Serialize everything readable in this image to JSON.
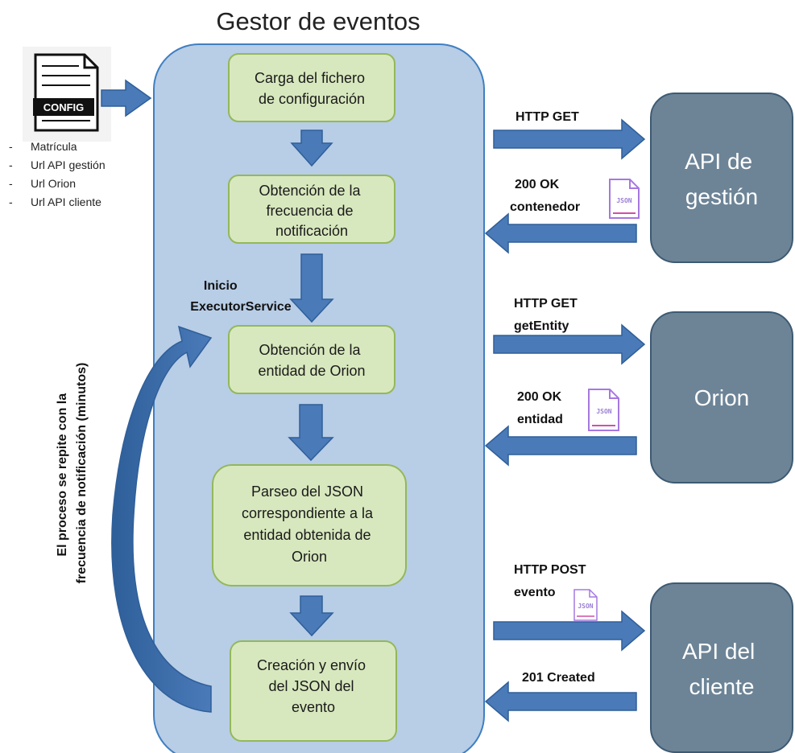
{
  "title": "Gestor de eventos",
  "config": {
    "icon_label": "CONFIG",
    "items": [
      "Matrícula",
      "Url API gestión",
      "Url Orion",
      "Url API cliente"
    ]
  },
  "steps": [
    {
      "lines": [
        "Carga del fichero",
        "de configuración"
      ]
    },
    {
      "lines": [
        "Obtención de la",
        "frecuencia de",
        "notificación"
      ]
    },
    {
      "lines": [
        "Obtención de la",
        "entidad de Orion"
      ]
    },
    {
      "lines": [
        "Parseo del JSON",
        "correspondiente a la",
        "entidad obtenida de",
        "Orion"
      ]
    },
    {
      "lines": [
        "Creación y envío",
        "del JSON del",
        "evento"
      ]
    }
  ],
  "executor_label": [
    "Inicio",
    "ExecutorService"
  ],
  "loop_label": [
    "El proceso se repite con la",
    "frecuencia de notificación (minutos)"
  ],
  "services": [
    {
      "lines": [
        "API de",
        "gestión"
      ]
    },
    {
      "lines": [
        "Orion"
      ]
    },
    {
      "lines": [
        "API del",
        "cliente"
      ]
    }
  ],
  "calls": [
    {
      "request": [
        "HTTP GET"
      ],
      "response": [
        "200 OK",
        "contenedor"
      ]
    },
    {
      "request": [
        "HTTP GET",
        "getEntity"
      ],
      "response": [
        "200 OK",
        "entidad"
      ]
    },
    {
      "request": [
        "HTTP POST",
        "evento"
      ],
      "response": [
        "201 Created"
      ]
    }
  ],
  "json_icon_label": "JSON",
  "colors": {
    "container": "#b8cde6",
    "container_border": "#3f7fc1",
    "step_fill": "#d8e8be",
    "step_border": "#93b85a",
    "arrow": "#4a7ab8",
    "service_fill": "#6d8497",
    "service_border": "#3d5a72"
  }
}
